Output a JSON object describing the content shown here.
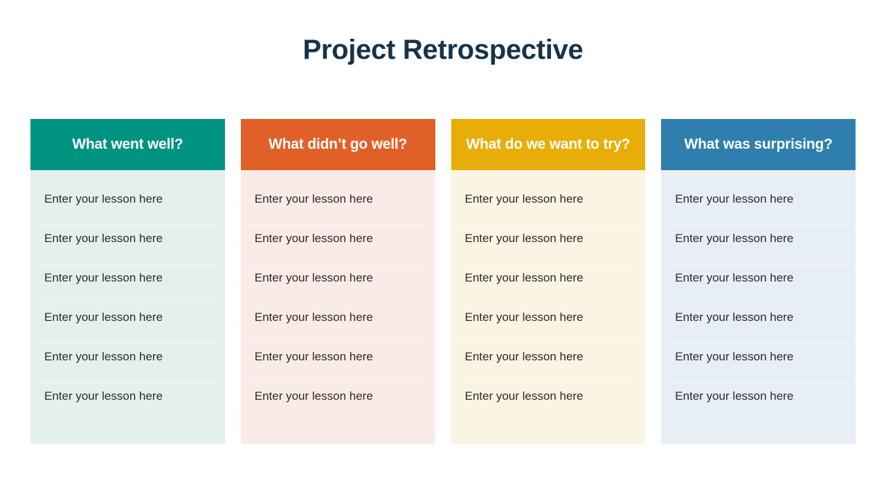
{
  "slide": {
    "title": "Project Retrospective",
    "title_color": "#15344a",
    "background": "#ffffff"
  },
  "columns": [
    {
      "id": "what-went-well",
      "header": "What went well?",
      "header_color": "#009382",
      "body_color": "#e4f0ee",
      "divider_color": "#f2f9f7",
      "items": [
        "Enter your lesson here",
        "Enter your lesson here",
        "Enter your lesson here",
        "Enter your lesson here",
        "Enter your lesson here",
        "Enter your lesson here"
      ]
    },
    {
      "id": "what-didnt-go-well",
      "header": "What didn’t go well?",
      "header_color": "#e06028",
      "body_color": "#fbebe7",
      "divider_color": "#fdf7f4",
      "items": [
        "Enter your lesson here",
        "Enter your lesson here",
        "Enter your lesson here",
        "Enter your lesson here",
        "Enter your lesson here",
        "Enter your lesson here"
      ]
    },
    {
      "id": "what-do-we-want-to-try",
      "header": "What do we want to try?",
      "header_color": "#e8ad09",
      "body_color": "#fcf4e3",
      "divider_color": "#fefaf2",
      "items": [
        "Enter your lesson here",
        "Enter your lesson here",
        "Enter your lesson here",
        "Enter your lesson here",
        "Enter your lesson here",
        "Enter your lesson here"
      ]
    },
    {
      "id": "what-was-surprising",
      "header": "What was surprising?",
      "header_color": "#2e7fad",
      "body_color": "#e7eef6",
      "divider_color": "#f5f9fc",
      "items": [
        "Enter your lesson here",
        "Enter your lesson here",
        "Enter your lesson here",
        "Enter your lesson here",
        "Enter your lesson here",
        "Enter your lesson here"
      ]
    }
  ]
}
